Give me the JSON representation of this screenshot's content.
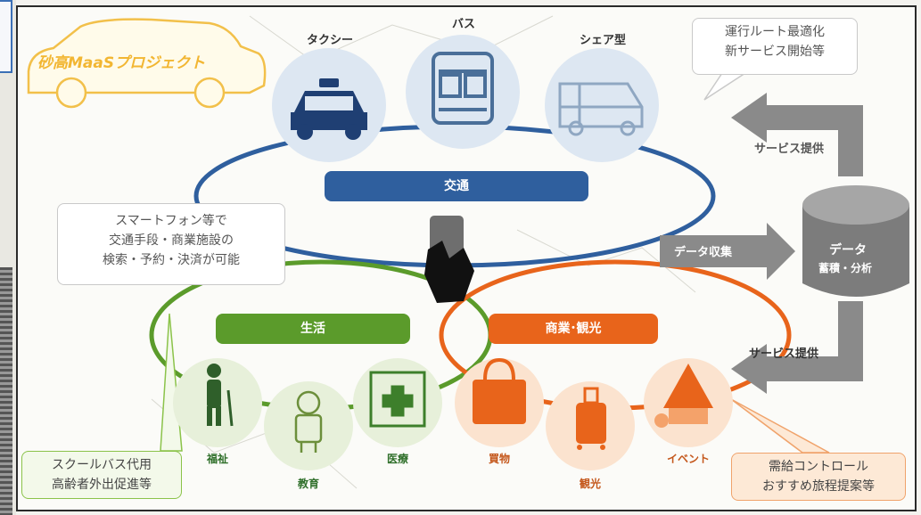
{
  "project_logo": "砂高MaaSプロジェクト",
  "transport": {
    "taxi_label": "タクシー",
    "bus_label": "バス",
    "shared_label": "シェア型"
  },
  "top_note": [
    "運行ルート最適化",
    "新サービス開始等"
  ],
  "bars": {
    "transport": "交通",
    "life": "生活",
    "commerce": "商業･観光"
  },
  "phone_note": [
    "スマートフォン等で",
    "交通手段・商業施設の",
    "検索・予約・決済が可能"
  ],
  "arrows": {
    "service_top": "サービス提供",
    "data_collect": "データ収集",
    "service_bottom": "サービス提供"
  },
  "database": [
    "データ",
    "蓄積・分析"
  ],
  "life_items": {
    "welfare": "福祉",
    "education": "教育",
    "medical": "医療"
  },
  "commerce_items": {
    "shopping": "買物",
    "tourism": "観光",
    "event": "イベント"
  },
  "left_note": [
    "スクールバス代用",
    "高齢者外出促進等"
  ],
  "right_note": [
    "需給コントロール",
    "おすすめ旅程提案等"
  ],
  "colors": {
    "blue": "#2f5f9e",
    "green": "#5b9b2b",
    "orange": "#e8641b",
    "gray": "#8a8a8a"
  }
}
